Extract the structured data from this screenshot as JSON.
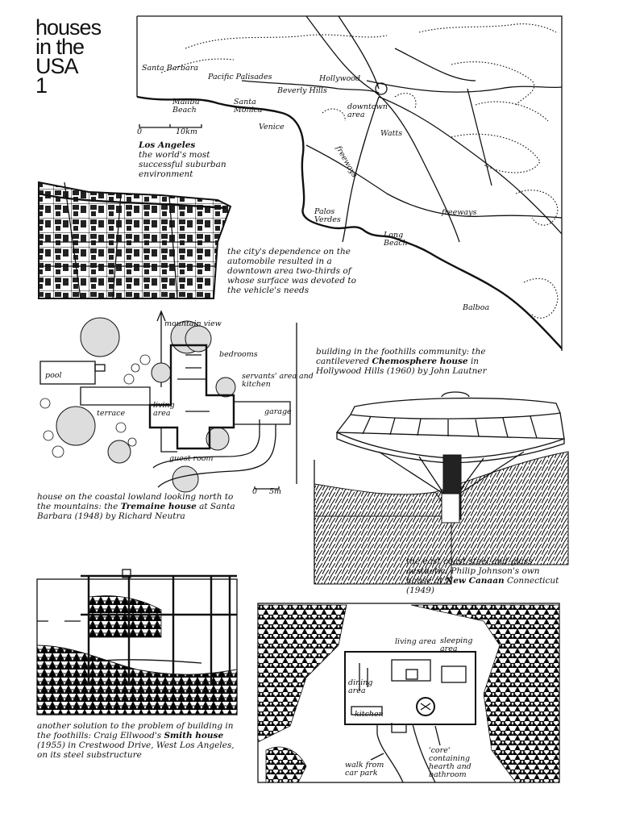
{
  "title": {
    "lines": [
      "houses",
      "in the",
      "USA",
      "1"
    ]
  },
  "map": {
    "places": {
      "santa_barbara": "Santa Barbara",
      "pacific_palisades": "Pacific Palisades",
      "hollywood": "Hollywood",
      "beverly_hills": "Beverly Hills",
      "malibu_beach": "Malibu Beach",
      "santa_monica": "Santa Monica",
      "downtown_area": "downtown area",
      "watts": "Watts",
      "venice": "Venice",
      "freeways_1": "freeways",
      "freeways_2": "freeways",
      "palos_verdes": "Palos Verdes",
      "long_beach": "Long Beach",
      "balboa": "Balboa"
    },
    "scale_zero": "0",
    "scale_km": "10km",
    "caption_bold": "Los Angeles",
    "caption_rest": "the world's most successful suburban environment"
  },
  "downtown": {
    "caption": "the city's dependence on the automobile resulted in a downtown area two-thirds of whose surface was devoted to the vehicle's needs"
  },
  "tremaine": {
    "labels": {
      "mountain_view": "mountain view",
      "bedrooms": "bedrooms",
      "pool": "pool",
      "servants": "servants' area and kitchen",
      "terrace": "terrace",
      "living_area": "living area",
      "garage": "garage",
      "guest_room": "guest room",
      "scale_zero": "0",
      "scale_m": "5m"
    },
    "caption_pre": "house on the coastal lowland looking north to the mountains: the",
    "caption_bold": "Tremaine house",
    "caption_post": "at Santa Barbara (1948) by Richard Neutra"
  },
  "chemosphere": {
    "caption_pre": "building in the foothills community: the cantilevered",
    "caption_bold": "Chemosphere house",
    "caption_post": "in Hollywood Hills (1960) by John Lautner"
  },
  "glass": {
    "caption_pre": "the east coast steel-and-glass aesthetic: Philip Johnson's own house at",
    "caption_bold": "New Canaan",
    "caption_post": "Connecticut (1949)"
  },
  "smith": {
    "caption_pre": "another solution to the problem of building in the foothills: Craig Ellwood's",
    "caption_bold": "Smith house",
    "caption_post": "(1955) in Crestwood Drive, West Los Angeles, on its steel substructure"
  },
  "plan": {
    "labels": {
      "living_area": "living area",
      "sleeping_area": "sleeping area",
      "dining_area": "dining area",
      "kitchen": "kitchen",
      "walk": "walk from car park",
      "core": "'core' containing hearth and bathroom"
    }
  }
}
